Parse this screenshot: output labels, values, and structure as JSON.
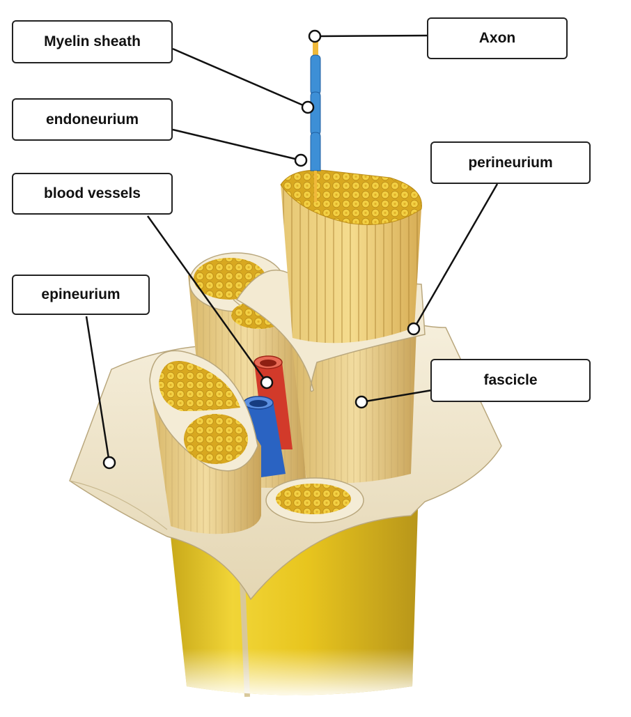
{
  "labels": {
    "myelin_sheath": "Myelin sheath",
    "endoneurium": "endoneurium",
    "blood_vessels": "blood vessels",
    "epineurium": "epineurium",
    "axon": "Axon",
    "perineurium": "perineurium",
    "fascicle": "fascicle"
  },
  "colors": {
    "nerve_yellow": "#e8c51e",
    "connective_tissue": "#efe6cf",
    "fascicle_fibers": "#e9d29a",
    "artery": "#d23a2a",
    "vein": "#2a63c2",
    "myelin": "#3d8fd6",
    "axon": "#f0b93a"
  }
}
